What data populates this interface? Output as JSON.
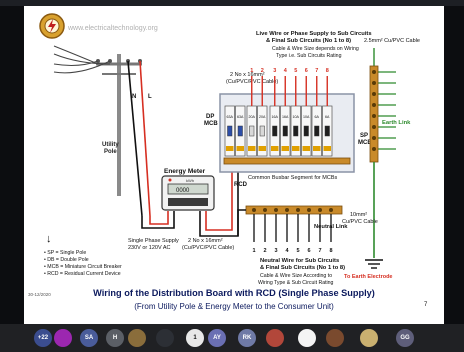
{
  "slide": {
    "website": "www.electricaltechnology.org",
    "title": "Wiring of the Distribution Board with RCD (Single Phase Supply)",
    "subtitle": "(From Utility Pole & Energy Meter to the Consumer Unit)",
    "date": "30-12/2020",
    "page_number": "7",
    "callout_live": {
      "line1": "Live Wire or Phase Supply to Sub Circuits",
      "line2": "& Final Sub Circuits (No 1 to 8)",
      "line3": "Cable & Wire Size depends on Wiring",
      "line4": "Type i.e. Sub Circuits Rating"
    },
    "cable_top_right": "2.5mm² Cu/PVC Cable",
    "cable_top_left": {
      "line1": "2 No x 16mm²",
      "line2": "(Cu/PVC/PVC Cable)"
    },
    "cable_bottom": {
      "line1": "2 No x 16mm²",
      "line2": "(Cu/PVC/PVC Cable)"
    },
    "cable_earth": {
      "line1": "10mm²",
      "line2": "Cu/PVC Cable"
    },
    "supply_label": {
      "line1": "Single Phase Supply",
      "line2": "230V or 120V AC"
    },
    "pole_label": {
      "line1": "Utility",
      "line2": "Pole"
    },
    "n_label": "N",
    "l_label": "L",
    "energy_meter_label": "Energy Meter",
    "kwh_label": "kWh",
    "meter_reading": "0000",
    "dp_mcb_label": {
      "line1": "DP",
      "line2": "MCB"
    },
    "rcd_label": "RCD",
    "sp_mcbs_label": {
      "line1": "SP",
      "line2": "MCBs"
    },
    "earth_link_label": "Earth Link",
    "neutral_link_label": "Neutral Link",
    "busbar_label": "Common Busbar Segment for MCBs",
    "circuit_numbers": [
      "1",
      "2",
      "3",
      "4",
      "5",
      "6",
      "7",
      "8"
    ],
    "breaker_ratings": [
      "63A",
      "63A",
      "20A",
      "20A",
      "16A",
      "16A",
      "10A",
      "10A",
      "6A",
      "6A"
    ],
    "neutral_callout": {
      "line1": "Neutral Wire for Sub Circuits",
      "line2": "& Final Sub Circuits (No 1 to 8)",
      "line3": "Cable & Wire Size According to",
      "line4": "Wiring Type & Sub Circuit Rating"
    },
    "earth_electrode_label": "To Earth Electrode",
    "legend": [
      "SP = Single Pole",
      "DB = Double Pole",
      "MCB = Miniature Circuit Breaker",
      "RCD = Residual Current Device"
    ]
  },
  "taskbar": {
    "participants": [
      "+22",
      "",
      "SA",
      "H",
      "",
      "",
      "1",
      "AY",
      "RK",
      "",
      "",
      "",
      "",
      "GG"
    ],
    "colors": {
      "bar": "#202124",
      "slide_bg": "#ffffff",
      "live": "#d62f22",
      "neutral": "#111111",
      "earth": "#2e8b2e",
      "title": "#0c1a5e"
    }
  }
}
